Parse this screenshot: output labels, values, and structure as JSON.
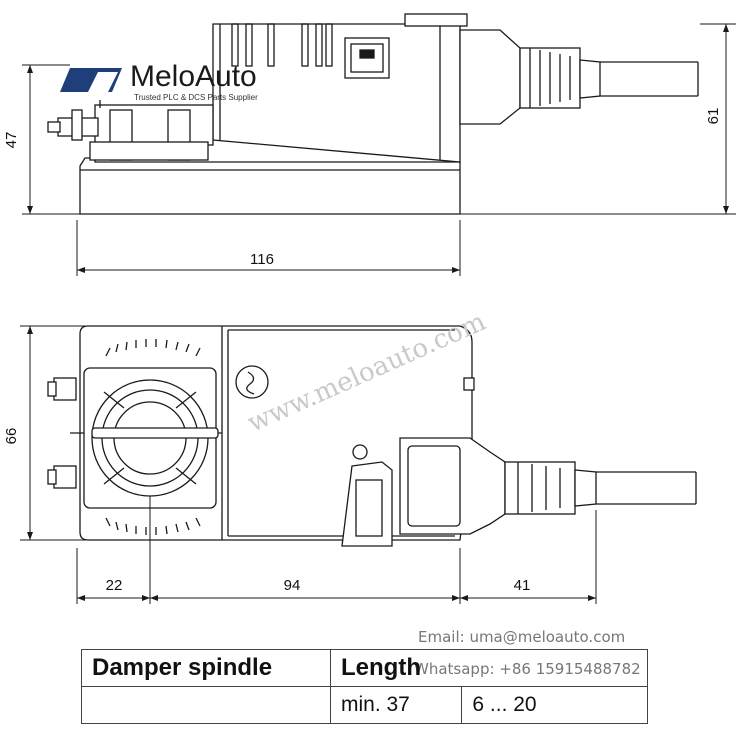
{
  "logo": {
    "name": "MeloAuto",
    "tagline": "Trusted PLC & DCS Parts Supplier"
  },
  "watermark": "www.meloauto.com",
  "dimensions": {
    "side_height": "47",
    "side_height_total": "61",
    "side_length": "116",
    "top_width": "66",
    "spindle_offset": "22",
    "body_length": "94",
    "cable_length": "41"
  },
  "contact": {
    "email": "Email: uma@meloauto.com",
    "whatsapp": "Whatsapp: +86 15915488782"
  },
  "table": {
    "col1_header": "Damper spindle",
    "col2_header": "Length",
    "row1_col2": "min. 37",
    "row1_col3": "6 ... 20"
  },
  "colors": {
    "line": "#1a1a1a",
    "body_fill": "#ffffff",
    "logo_blue": "#1f3f7a"
  }
}
